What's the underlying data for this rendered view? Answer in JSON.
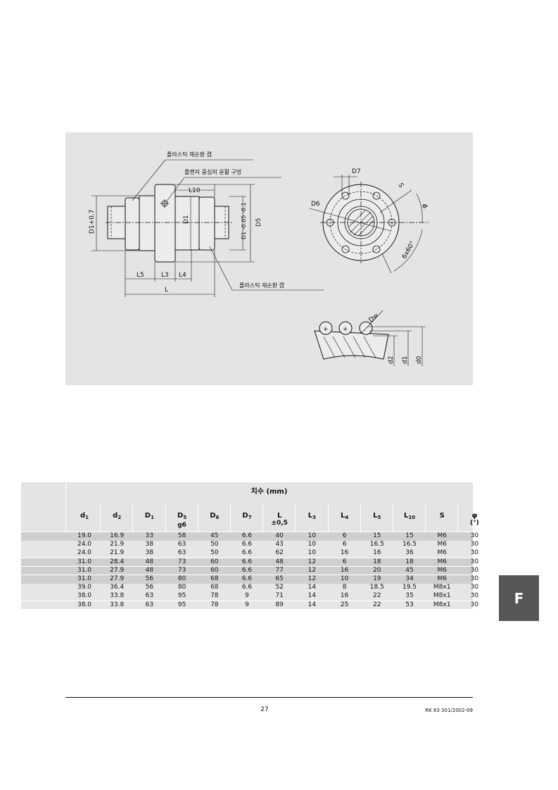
{
  "drawing": {
    "callout_cap_top": "플라스틱 재순환 캡",
    "callout_lube_hole": "플랜지 중심의 윤활 구멍",
    "callout_cap_bottom": "플라스틱 재순환 캡",
    "dim_d1_plus": "D1+0.7",
    "dim_L10": "L10",
    "dim_D1": "D1",
    "dim_D1_tol": "D1 -0.05 -0.1",
    "dim_D5": "D5",
    "dim_L5": "L5",
    "dim_L3": "L3",
    "dim_L4": "L4",
    "dim_L": "L",
    "dim_D7": "D7",
    "dim_D6": "D6",
    "dim_S": "S",
    "dim_phi": "φ",
    "dim_angle": "6x60°",
    "dim_Dw": "Dw",
    "dim_d2": "d2",
    "dim_d1": "d1",
    "dim_d0": "d0"
  },
  "table": {
    "title": "치수 (mm)",
    "columns": [
      {
        "main": "d",
        "sub": "1",
        "extra": ""
      },
      {
        "main": "d",
        "sub": "2",
        "extra": ""
      },
      {
        "main": "D",
        "sub": "1",
        "extra": ""
      },
      {
        "main": "D",
        "sub": "5",
        "extra": "g6"
      },
      {
        "main": "D",
        "sub": "6",
        "extra": ""
      },
      {
        "main": "D",
        "sub": "7",
        "extra": ""
      },
      {
        "main": "L",
        "sub": "",
        "extra": "±0,5"
      },
      {
        "main": "L",
        "sub": "3",
        "extra": ""
      },
      {
        "main": "L",
        "sub": "4",
        "extra": ""
      },
      {
        "main": "L",
        "sub": "5",
        "extra": ""
      },
      {
        "main": "L",
        "sub": "10",
        "extra": ""
      },
      {
        "main": "S",
        "sub": "",
        "extra": ""
      },
      {
        "main": "φ",
        "sub": "",
        "extra": "(°)"
      }
    ],
    "rows": [
      [
        "19.0",
        "16.9",
        "33",
        "58",
        "45",
        "6.6",
        "40",
        "10",
        "6",
        "15",
        "15",
        "M6",
        "30"
      ],
      [
        "24.0",
        "21.9",
        "38",
        "63",
        "50",
        "6.6",
        "43",
        "10",
        "6",
        "16.5",
        "16.5",
        "M6",
        "30"
      ],
      [
        "24.0",
        "21.9",
        "38",
        "63",
        "50",
        "6.6",
        "62",
        "10",
        "16",
        "16",
        "36",
        "M6",
        "30"
      ],
      [
        "31.0",
        "28.4",
        "48",
        "73",
        "60",
        "6.6",
        "48",
        "12",
        "6",
        "18",
        "18",
        "M6",
        "30"
      ],
      [
        "31.0",
        "27.9",
        "48",
        "73",
        "60",
        "6.6",
        "77",
        "12",
        "16",
        "20",
        "45",
        "M6",
        "30"
      ],
      [
        "31.0",
        "27.9",
        "56",
        "80",
        "68",
        "6.6",
        "65",
        "12",
        "10",
        "19",
        "34",
        "M6",
        "30"
      ],
      [
        "39.0",
        "36.4",
        "56",
        "80",
        "68",
        "6.6",
        "52",
        "14",
        "8",
        "18.5",
        "19.5",
        "M8x1",
        "30"
      ],
      [
        "38.0",
        "33.8",
        "63",
        "95",
        "78",
        "9",
        "71",
        "14",
        "16",
        "22",
        "35",
        "M8x1",
        "30"
      ],
      [
        "38.0",
        "33.8",
        "63",
        "95",
        "78",
        "9",
        "89",
        "14",
        "25",
        "22",
        "53",
        "M8x1",
        "30"
      ]
    ],
    "row_shading": [
      "dark",
      "light",
      "light",
      "dark",
      "dark",
      "dark",
      "light",
      "light",
      "light"
    ]
  },
  "footer": {
    "page_number": "27",
    "doc_ref": "RK 83 301/2002-09"
  },
  "section_tab": "F"
}
